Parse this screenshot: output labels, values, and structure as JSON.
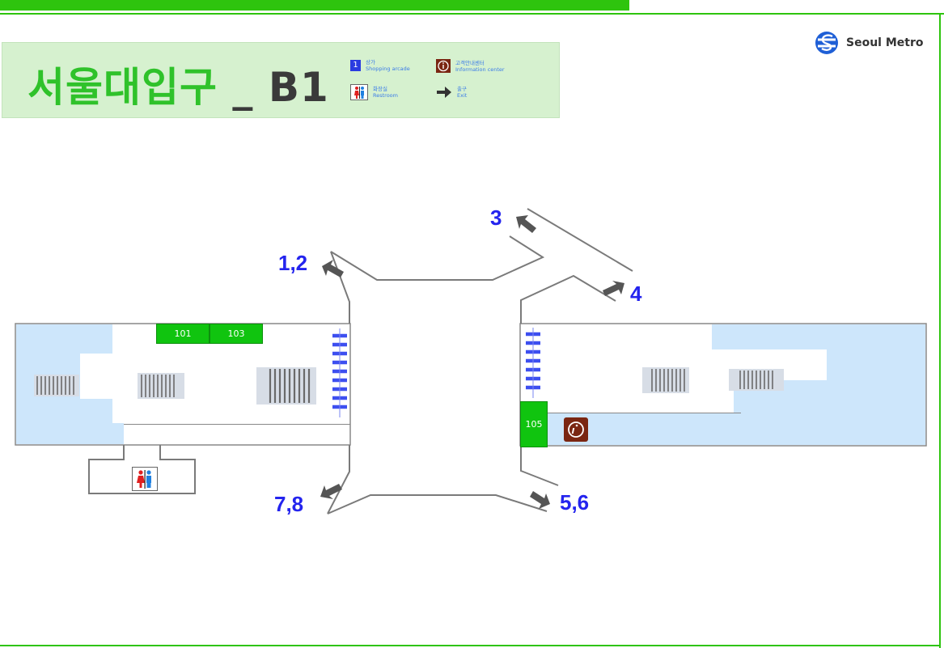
{
  "title": {
    "station": "서울대입구",
    "separator": " _ ",
    "floor": "B1"
  },
  "logo": {
    "text": "Seoul Metro",
    "color": "#1f5fd6"
  },
  "legend": {
    "shop_number": "1",
    "shop_label": "상가",
    "shop_label_en": "Shopping arcade",
    "restroom_label": "화장실",
    "restroom_label_en": "Restroom",
    "info_label": "고객안내센터",
    "info_label_en": "Information center",
    "exit_label": "출구",
    "exit_label_en": "Exit"
  },
  "shops": {
    "s101": "101",
    "s103": "103",
    "s105": "105"
  },
  "exits": {
    "e12": "1,2",
    "e3": "3",
    "e4": "4",
    "e56": "5,6",
    "e78": "7,8"
  },
  "icons": [
    "escalator-icon",
    "info-center-icon",
    "restroom-icon",
    "exit-arrow-icon",
    "gate-icon",
    "stairs-icon"
  ],
  "colors": {
    "accent": "#2ec40e",
    "platform": "#cde6fb",
    "shop": "#10c40f",
    "exit_text": "#2424ee",
    "gate": "#3d4ff0",
    "info": "#7a2612"
  }
}
